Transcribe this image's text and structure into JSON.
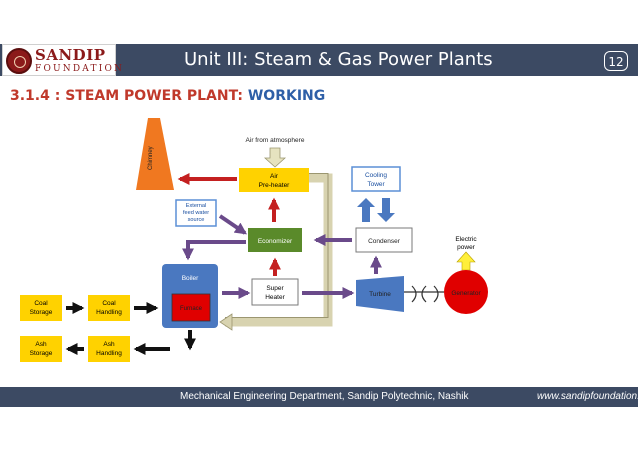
{
  "header": {
    "logo_top": "SANDIP",
    "logo_bottom": "FOUNDATION",
    "title": "Unit III: Steam & Gas Power Plants",
    "page_number": "12"
  },
  "section": {
    "prefix": "3.1.4 : STEAM POWER PLANT: ",
    "highlight": "WORKING"
  },
  "diagram": {
    "chimney": "Chimney",
    "air_atmosphere": "Air from atmosphere",
    "air_preheater": [
      "Air",
      "Pre-heater"
    ],
    "cooling_tower": [
      "Cooling",
      "Tower"
    ],
    "external_feed": [
      "External",
      "feed water",
      "source"
    ],
    "economizer": "Economizer",
    "condenser": "Condenser",
    "electric_power": [
      "Electric",
      "power"
    ],
    "boiler": "Boiler",
    "furnace": "Furnace",
    "super_heater": [
      "Super",
      "Heater"
    ],
    "turbine": "Turbine",
    "generator": "Generator",
    "coal_storage": [
      "Coal",
      "Storage"
    ],
    "coal_handling": [
      "Coal",
      "Handling"
    ],
    "ash_storage": [
      "Ash",
      "Storage"
    ],
    "ash_handling": [
      "Ash",
      "Handling"
    ],
    "colors": {
      "chimney": "#f07820",
      "yellow": "#ffd200",
      "blue_box": "#5b8fd6",
      "economizer": "#5a8a2a",
      "red_arrow": "#c42020",
      "purple_arrow": "#6a4a8a",
      "black_arrow": "#111111",
      "duct": "#d8d3b0"
    }
  },
  "footer": {
    "department": "Mechanical Engineering Department, Sandip Polytechnic, Nashik",
    "url": "www.sandipfoundation.org"
  }
}
